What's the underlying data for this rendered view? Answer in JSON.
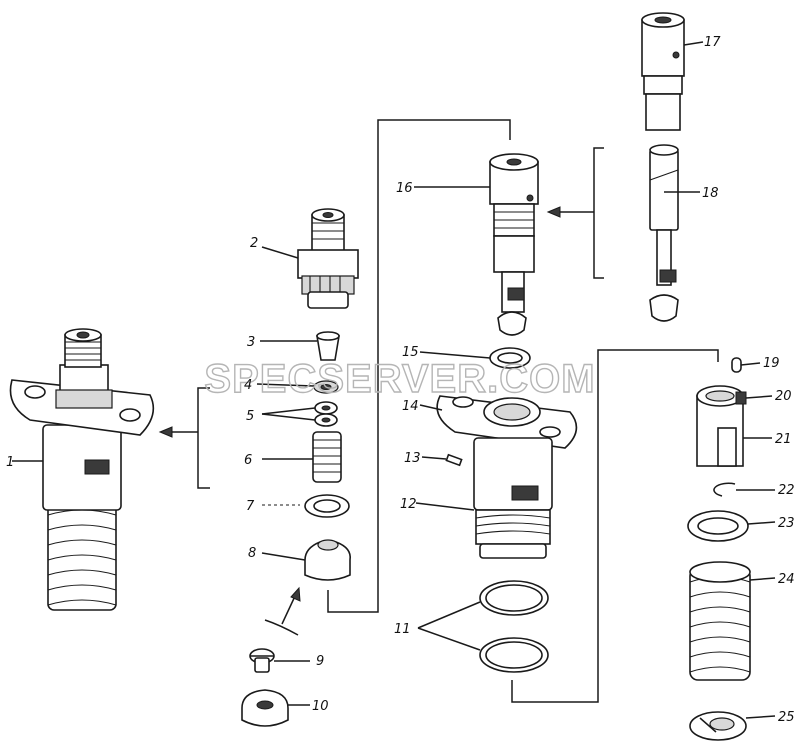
{
  "watermark": "SPECSERVER.COM",
  "labels": {
    "n1": "1",
    "n2": "2",
    "n3": "3",
    "n4": "4",
    "n5": "5",
    "n6": "6",
    "n7": "7",
    "n8": "8",
    "n9": "9",
    "n10": "10",
    "n11": "11",
    "n12": "12",
    "n13": "13",
    "n14": "14",
    "n15": "15",
    "n16": "16",
    "n17": "17",
    "n18": "18",
    "n19": "19",
    "n20": "20",
    "n21": "21",
    "n22": "22",
    "n23": "23",
    "n24": "24",
    "n25": "25"
  }
}
